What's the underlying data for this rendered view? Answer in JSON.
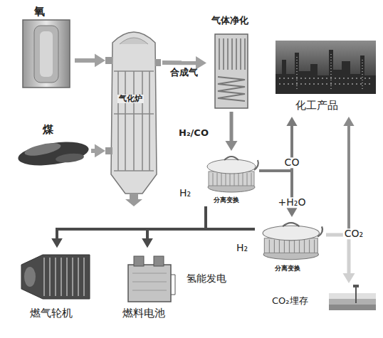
{
  "diagram": {
    "nodes": [
      {
        "text": [
          "氧"
        ]
      },
      {
        "text": [
          "煤"
        ]
      },
      {
        "text": [
          "气化炉"
        ]
      },
      {
        "text": [
          "气体净化"
        ]
      },
      {
        "text": [
          "化工产品"
        ]
      },
      {
        "text": [
          "分离变换"
        ]
      },
      {
        "text": [
          "分离变换"
        ]
      },
      {
        "text": [
          "燃气轮机"
        ]
      },
      {
        "text": [
          "燃料电池"
        ]
      },
      {
        "text": [
          "CO₂埋存"
        ]
      }
    ],
    "edges": [
      {
        "from": 0,
        "to": 2,
        "arrow": "to"
      },
      {
        "from": 1,
        "to": 2,
        "arrow": "to"
      },
      {
        "from": 2,
        "to": 3,
        "label": "合成气",
        "arrow": "to"
      },
      {
        "from": 3,
        "to": 5,
        "label": "H₂/CO",
        "arrow": "to"
      },
      {
        "from": 5,
        "to": 4,
        "label": "CO",
        "arrow": "to"
      },
      {
        "from": 5,
        "to": 6,
        "label": "+H₂O",
        "arrow": "to"
      },
      {
        "from": 5,
        "to": 7,
        "label": "H₂",
        "arrow": "to"
      },
      {
        "from": 5,
        "to": 8,
        "arrow": "to"
      },
      {
        "from": 6,
        "to": 7,
        "arrow": "to"
      },
      {
        "from": 6,
        "to": 8,
        "label": "H₂",
        "arrow": "to"
      },
      {
        "from": 6,
        "to": 4,
        "label": "CO₂",
        "arrow": "to"
      },
      {
        "from": 6,
        "to": 9,
        "arrow": "to"
      }
    ],
    "labels": [
      "氢能发电"
    ]
  }
}
